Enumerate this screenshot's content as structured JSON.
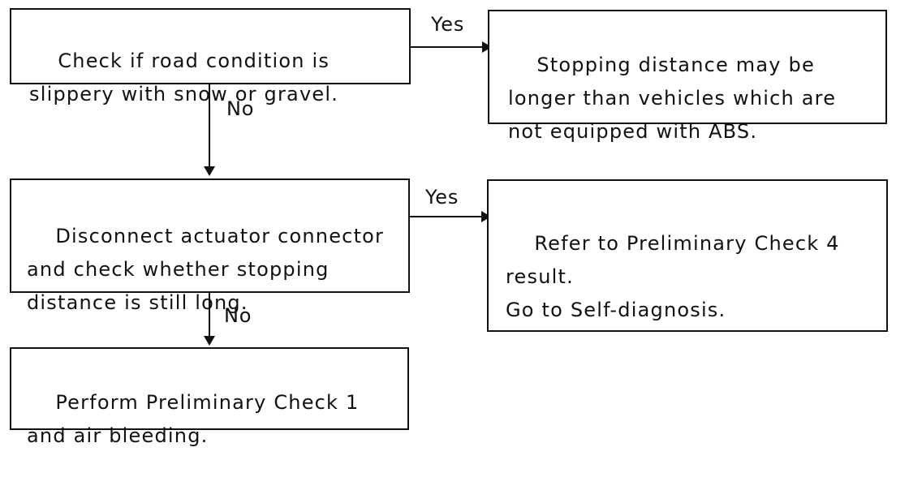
{
  "flowchart": {
    "check_road": {
      "text": "Check if road condition is\nslippery with snow or gravel."
    },
    "abs_note": {
      "text": "Stopping distance may be\nlonger than vehicles which are\nnot equipped with ABS."
    },
    "disconnect_actuator": {
      "text": "Disconnect actuator connector\nand check whether stopping\ndistance is still long."
    },
    "refer_check": {
      "text": "Refer to Preliminary Check 4\nresult.\nGo to Self-diagnosis."
    },
    "perform_check": {
      "text": "Perform Preliminary Check 1\nand air bleeding."
    },
    "labels": {
      "yes_1": "Yes",
      "no_1": "No",
      "yes_2": "Yes",
      "no_2": "No"
    }
  }
}
